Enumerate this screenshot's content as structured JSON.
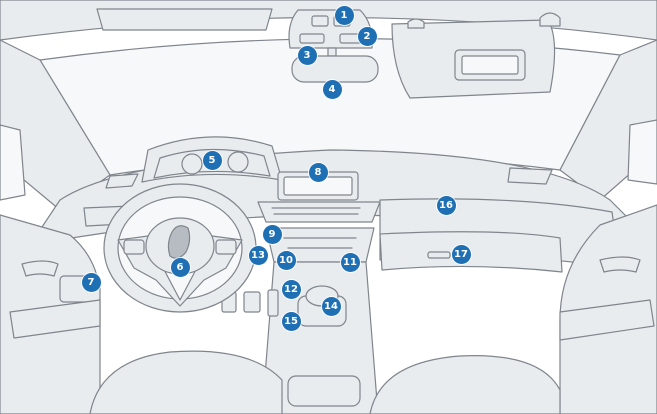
{
  "brand": {
    "marker_color": "#1e6fb4",
    "line_color": "#7f858c",
    "fill_color": "#e9ecef"
  },
  "icons": [
    "peugeot-lion-logo-icon"
  ],
  "markers": [
    {
      "id": "1",
      "label": "1",
      "part": "roof-console"
    },
    {
      "id": "2",
      "label": "2",
      "part": "courtesy-lamp"
    },
    {
      "id": "3",
      "label": "3",
      "part": "map-reading-lamp"
    },
    {
      "id": "4",
      "label": "4",
      "part": "rear-view-mirror"
    },
    {
      "id": "5",
      "label": "5",
      "part": "instrument-panel"
    },
    {
      "id": "6",
      "label": "6",
      "part": "steering-wheel-horn"
    },
    {
      "id": "7",
      "label": "7",
      "part": "door-window-controls"
    },
    {
      "id": "8",
      "label": "8",
      "part": "touch-screen"
    },
    {
      "id": "9",
      "label": "9",
      "part": "ignition-switch"
    },
    {
      "id": "10",
      "label": "10",
      "part": "control-panel"
    },
    {
      "id": "11",
      "label": "11",
      "part": "usb-socket"
    },
    {
      "id": "12",
      "label": "12",
      "part": "power-socket"
    },
    {
      "id": "13",
      "label": "13",
      "part": "start-stop-button"
    },
    {
      "id": "14",
      "label": "14",
      "part": "gear-selector"
    },
    {
      "id": "15",
      "label": "15",
      "part": "parking-brake"
    },
    {
      "id": "16",
      "label": "16",
      "part": "passenger-airbag"
    },
    {
      "id": "17",
      "label": "17",
      "part": "glove-box"
    }
  ]
}
